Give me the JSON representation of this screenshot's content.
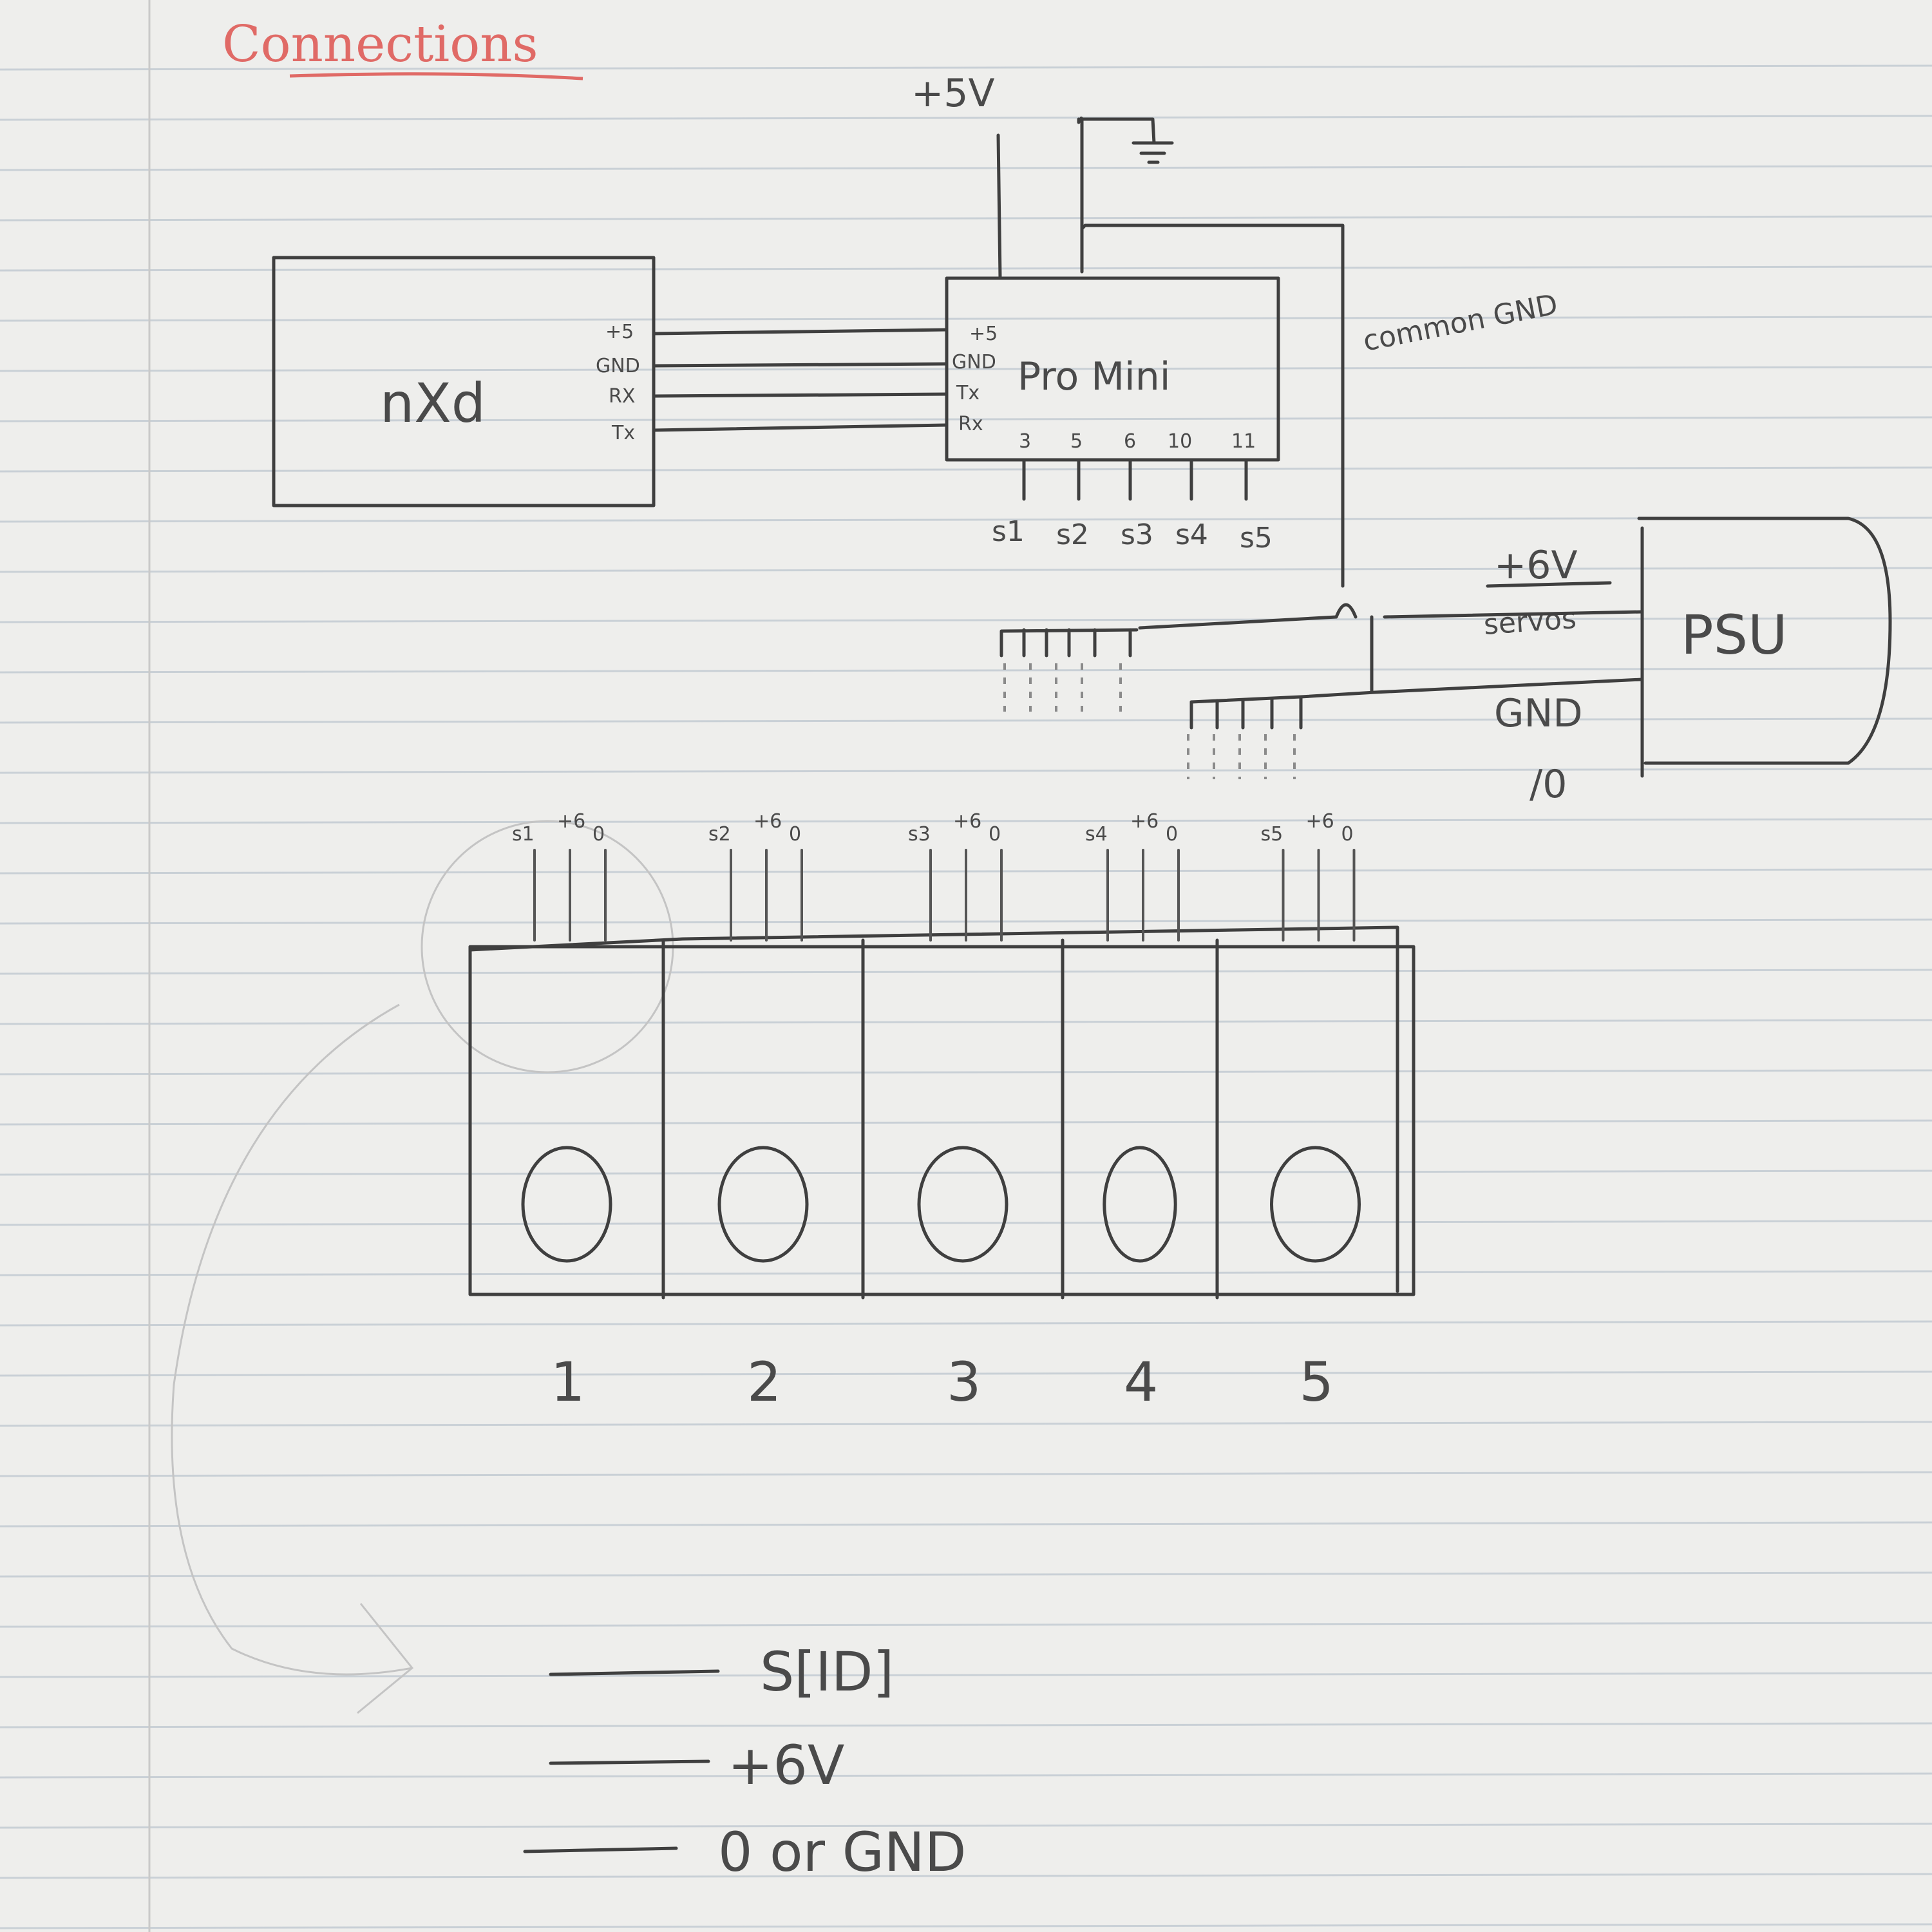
{
  "title": "Connections",
  "nxd": {
    "label": "nXd",
    "pins": [
      "+5",
      "GND",
      "RX",
      "Tx"
    ]
  },
  "pro_mini": {
    "label": "Pro Mini",
    "pins": [
      "+5",
      "GND",
      "Tx",
      "Rx"
    ],
    "bottom_pins": [
      "3",
      "5",
      "6",
      "10",
      "11"
    ],
    "servo_lines": [
      "s1",
      "s2",
      "s3",
      "s4",
      "s5"
    ]
  },
  "supply": {
    "plus5v": "+5V",
    "common_gnd": "common GND"
  },
  "psu": {
    "label": "PSU",
    "plus6v": "+6V",
    "servos": "servos",
    "gnd": "GND",
    "zero": "/0"
  },
  "servo_pins": [
    {
      "s": "s1",
      "v": "+6",
      "g": "0"
    },
    {
      "s": "s2",
      "v": "+6",
      "g": "0"
    },
    {
      "s": "s3",
      "v": "+6",
      "g": "0"
    },
    {
      "s": "s4",
      "v": "+6",
      "g": "0"
    },
    {
      "s": "s5",
      "v": "+6",
      "g": "0"
    }
  ],
  "servo_numbers": [
    "1",
    "2",
    "3",
    "4",
    "5"
  ],
  "legend": [
    "S[ID]",
    "+6V",
    "0 or GND"
  ]
}
